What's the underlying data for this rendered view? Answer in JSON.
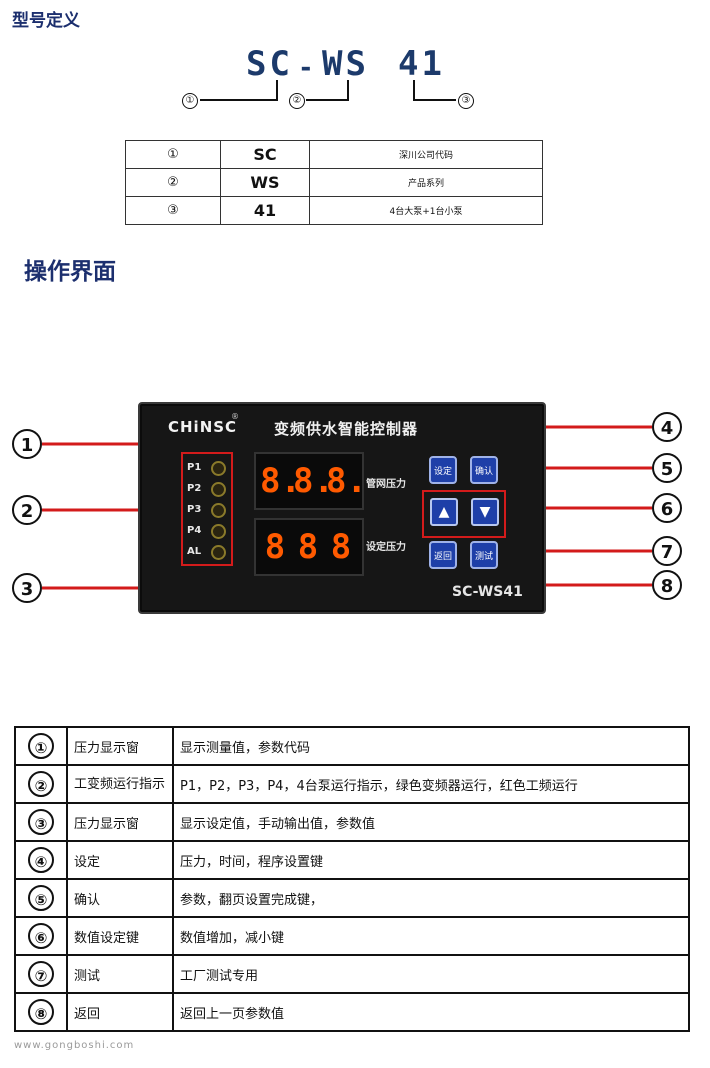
{
  "heading_model": "型号定义",
  "model": {
    "seg1": "SC",
    "dash1": "-",
    "seg2": "WS",
    "seg3": "41",
    "markers": [
      "①",
      "②",
      "③"
    ]
  },
  "spec_table": [
    {
      "num": "①",
      "code": "SC",
      "desc": "深川公司代码"
    },
    {
      "num": "②",
      "code": "WS",
      "desc": "产品系列"
    },
    {
      "num": "③",
      "code": "41",
      "desc": "4台大泵+1台小泵"
    }
  ],
  "heading_ui": "操作界面",
  "panel": {
    "brand": "CHiNSC",
    "reg": "®",
    "title": "变频供水智能控制器",
    "model_label": "SC-WS41",
    "cap_pipe": "管网压力",
    "cap_set": "设定压力",
    "leds": [
      "P1",
      "P2",
      "P3",
      "P4",
      "AL"
    ],
    "display_top": [
      "8.",
      "8.",
      "8."
    ],
    "display_bottom": [
      "8",
      "8",
      "8"
    ],
    "btn_set": "设定",
    "btn_confirm": "确认",
    "btn_up": "▲",
    "btn_down": "▼",
    "btn_back": "返回",
    "btn_test": "测试"
  },
  "callouts": [
    "1",
    "2",
    "3",
    "4",
    "5",
    "6",
    "7",
    "8"
  ],
  "desc_table": [
    {
      "num": "①",
      "name": "压力显示窗",
      "desc": "显示测量值，参数代码"
    },
    {
      "num": "②",
      "name": "工变频运行指示",
      "desc": "P1，P2，P3，P4，4台泵运行指示，绿色变频器运行，红色工频运行"
    },
    {
      "num": "③",
      "name": "压力显示窗",
      "desc": "显示设定值，手动输出值，参数值"
    },
    {
      "num": "④",
      "name": "设定",
      "desc": "压力，时间，程序设置键"
    },
    {
      "num": "⑤",
      "name": "确认",
      "desc": "参数，翻页设置完成键，"
    },
    {
      "num": "⑥",
      "name": "数值设定键",
      "desc": "数值增加，减小键"
    },
    {
      "num": "⑦",
      "name": "测试",
      "desc": "工厂测试专用"
    },
    {
      "num": "⑧",
      "name": "返回",
      "desc": "返回上一页参数值"
    }
  ],
  "watermark": "www.gongboshi.com"
}
